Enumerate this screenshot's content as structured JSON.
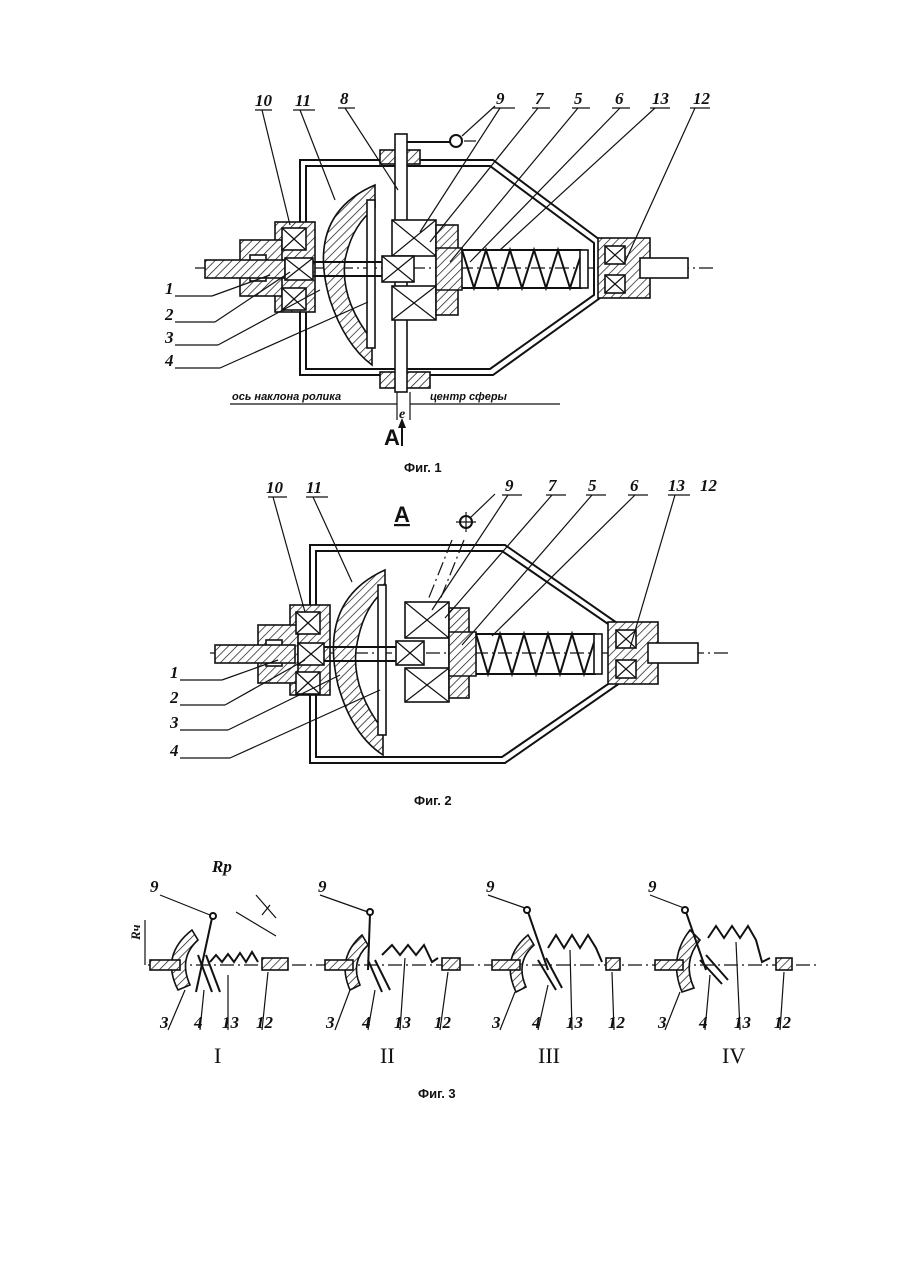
{
  "figures": [
    {
      "caption": "Фиг. 1",
      "labels": [
        "10",
        "11",
        "8",
        "9",
        "7",
        "5",
        "6",
        "13",
        "12",
        "1",
        "2",
        "3",
        "4"
      ],
      "axis_left": "ось наклона ролика",
      "axis_right": "центр сферы",
      "offset_symbol": "e",
      "section_mark": "A"
    },
    {
      "caption": "Фиг. 2",
      "view_letter": "A",
      "labels": [
        "10",
        "11",
        "9",
        "7",
        "5",
        "6",
        "13",
        "12",
        "1",
        "2",
        "3",
        "4"
      ]
    },
    {
      "caption": "Фиг. 3",
      "dim_p": "Rр",
      "dim_s": "Rч",
      "stages": [
        {
          "numeral": "I",
          "labels": [
            "9",
            "3",
            "4",
            "13",
            "12"
          ]
        },
        {
          "numeral": "II",
          "labels": [
            "9",
            "3",
            "4",
            "13",
            "12"
          ]
        },
        {
          "numeral": "III",
          "labels": [
            "9",
            "3",
            "4",
            "13",
            "12"
          ]
        },
        {
          "numeral": "IV",
          "labels": [
            "9",
            "3",
            "4",
            "13",
            "12"
          ]
        }
      ]
    }
  ]
}
